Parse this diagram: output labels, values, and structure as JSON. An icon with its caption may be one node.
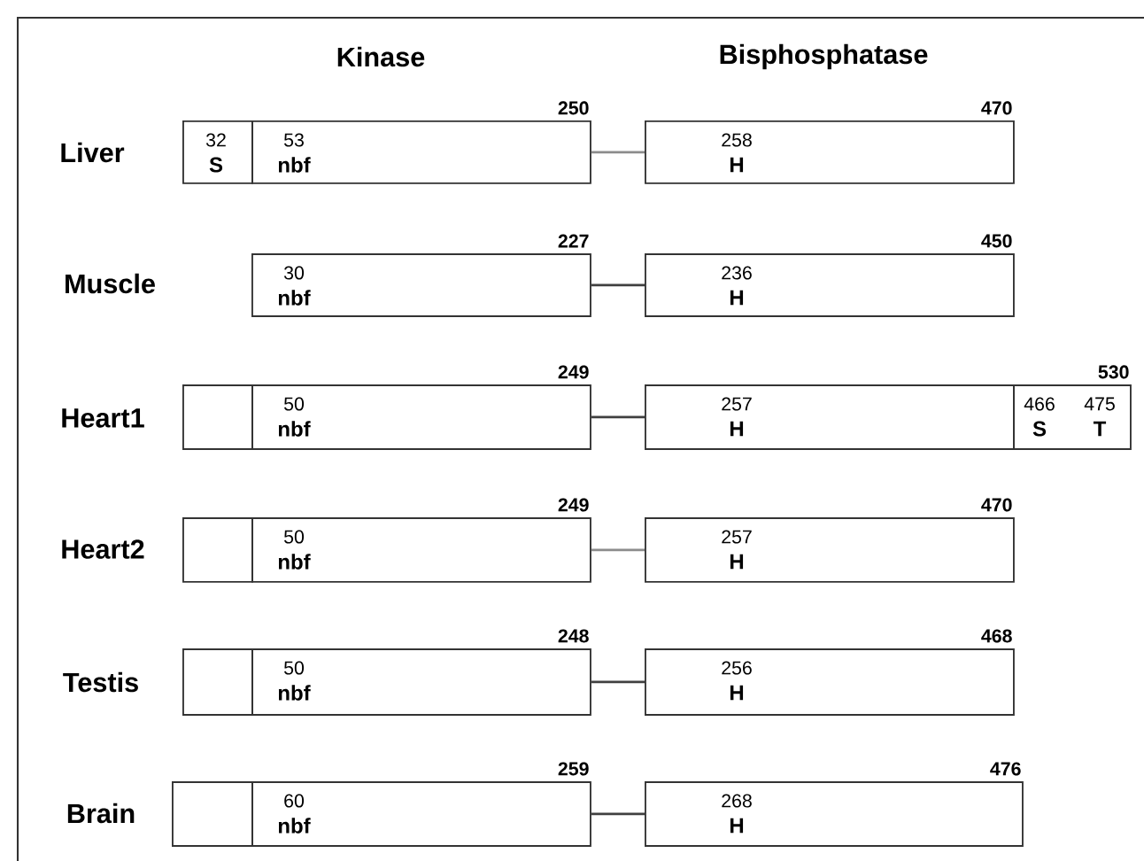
{
  "diagram": {
    "nodes": [
      {
        "text": [
          "32",
          "S"
        ]
      },
      {
        "text": [
          "53",
          "nbf"
        ],
        "beside": [
          "250"
        ]
      },
      {
        "text": [
          "258",
          "H"
        ],
        "beside": [
          "470"
        ]
      },
      {
        "text": [
          "30",
          "nbf"
        ],
        "beside": [
          "227"
        ]
      },
      {
        "text": [
          "236",
          "H"
        ],
        "beside": [
          "450"
        ]
      },
      {
        "text": [],
        "shape": "box"
      },
      {
        "text": [
          "50",
          "nbf"
        ],
        "beside": [
          "249"
        ]
      },
      {
        "text": [
          "257",
          "H"
        ]
      },
      {
        "text": [
          "466",
          "S",
          "475",
          "T"
        ],
        "beside": [
          "530"
        ]
      },
      {
        "text": [],
        "shape": "box"
      },
      {
        "text": [
          "50",
          "nbf"
        ],
        "beside": [
          "249"
        ]
      },
      {
        "text": [
          "257",
          "H"
        ],
        "beside": [
          "470"
        ]
      },
      {
        "text": [],
        "shape": "box"
      },
      {
        "text": [
          "50",
          "nbf"
        ],
        "beside": [
          "248"
        ]
      },
      {
        "text": [
          "256",
          "H"
        ],
        "beside": [
          "468"
        ]
      },
      {
        "text": [],
        "shape": "box"
      },
      {
        "text": [
          "60",
          "nbf"
        ],
        "beside": [
          "259"
        ]
      },
      {
        "text": [
          "268",
          "H"
        ],
        "beside": [
          "476"
        ]
      }
    ],
    "edges": [
      {
        "from": 1,
        "to": 2,
        "arrow": "none",
        "color": "#8c8c8c"
      },
      {
        "from": 3,
        "to": 4,
        "arrow": "none"
      },
      {
        "from": 6,
        "to": 7,
        "arrow": "none"
      },
      {
        "from": 10,
        "to": 11,
        "arrow": "none",
        "color": "#8c8c8c"
      },
      {
        "from": 13,
        "to": 14,
        "arrow": "none"
      },
      {
        "from": 16,
        "to": 17,
        "arrow": "none"
      }
    ],
    "labels": [
      "Kinase",
      "Bisphosphatase",
      "Liver",
      "Muscle",
      "Heart1",
      "Heart2",
      "Testis",
      "Brain"
    ]
  }
}
